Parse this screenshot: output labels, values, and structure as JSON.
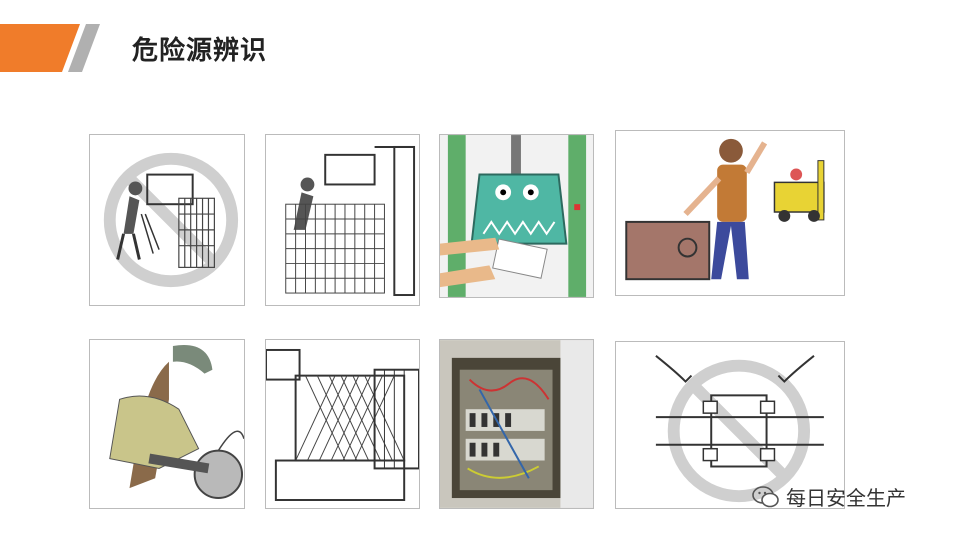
{
  "header": {
    "title": "危险源辨识",
    "accent_color": "#f07c2a",
    "stripe_color": "#b0b0b0"
  },
  "gallery": {
    "tiles": [
      {
        "icon": "prohibited-worker-unguarded-machine-illustration"
      },
      {
        "icon": "worker-guarded-machine-illustration"
      },
      {
        "icon": "stamping-press-hand-hazard-illustration"
      },
      {
        "icon": "worker-forklift-hazard-illustration"
      },
      {
        "icon": "worker-long-hair-rotating-shaft-illustration"
      },
      {
        "icon": "motor-shaft-guard-illustration"
      },
      {
        "icon": "electrical-panel-photo"
      },
      {
        "icon": "prohibited-pointing-flange-illustration"
      }
    ]
  },
  "watermark": {
    "text": "每日安全生产",
    "icon": "wechat-icon"
  }
}
